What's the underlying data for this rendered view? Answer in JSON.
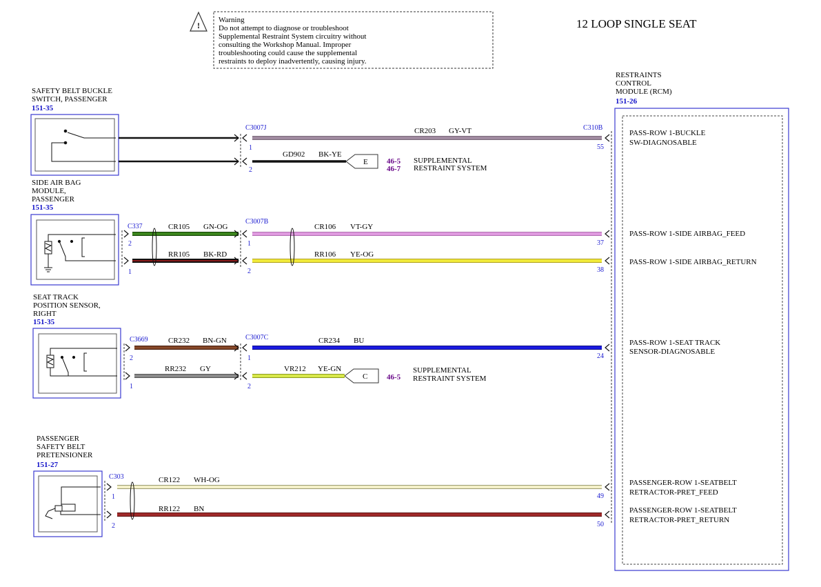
{
  "title": "12 LOOP SINGLE SEAT",
  "warning": {
    "icon": "warning-triangle-icon",
    "lines": [
      "Warning",
      "Do not attempt to diagnose or troubleshoot",
      "Supplemental Restraint System circuitry without",
      "consulting the Workshop Manual. Improper",
      "troubleshooting could cause the supplemental",
      "restraints to deploy inadvertently, causing injury."
    ]
  },
  "components": {
    "buckle": {
      "name_lines": [
        "SAFETY BELT BUCKLE",
        "SWITCH, PASSENGER"
      ],
      "ref": "151-35"
    },
    "airbag": {
      "name_lines": [
        "SIDE AIR BAG",
        "MODULE,",
        "PASSENGER"
      ],
      "ref": "151-35"
    },
    "seat_track": {
      "name_lines": [
        "SEAT TRACK",
        "POSITION SENSOR,",
        "RIGHT"
      ],
      "ref": "151-35"
    },
    "pretensioner": {
      "name_lines": [
        "PASSENGER",
        "SAFETY BELT",
        "PRETENSIONER"
      ],
      "ref": "151-27"
    },
    "rcm": {
      "name_lines": [
        "RESTRAINTS",
        "CONTROL",
        "MODULE (RCM)"
      ],
      "ref": "151-26"
    }
  },
  "connectors": {
    "c3007j": "C3007J",
    "c310b": "C310B",
    "c337": "C337",
    "c3007b": "C3007B",
    "c3669": "C3669",
    "c3007c": "C3007C",
    "c303": "C303"
  },
  "pins": {
    "j1": "1",
    "j2": "2",
    "p55": "55",
    "c337_2": "2",
    "c337_1": "1",
    "b1": "1",
    "b2": "2",
    "p37": "37",
    "p38": "38",
    "c3669_2": "2",
    "c3669_1": "1",
    "c1": "1",
    "c2": "2",
    "p24": "24",
    "c303_1": "1",
    "c303_2": "2",
    "p49": "49",
    "p50": "50"
  },
  "wires": {
    "cr203": {
      "circuit": "CR203",
      "color_code": "GY-VT",
      "color": "#a08aa0"
    },
    "gd902": {
      "circuit": "GD902",
      "color_code": "BK-YE",
      "color": "#111111"
    },
    "cr105": {
      "circuit": "CR105",
      "color_code": "GN-OG",
      "color": "#3e8a1e"
    },
    "rr105": {
      "circuit": "RR105",
      "color_code": "BK-RD",
      "color": "#3a0a0a"
    },
    "cr106": {
      "circuit": "CR106",
      "color_code": "VT-GY",
      "color": "#e09ae0"
    },
    "rr106": {
      "circuit": "RR106",
      "color_code": "YE-OG",
      "color": "#f0ea3a"
    },
    "cr232": {
      "circuit": "CR232",
      "color_code": "BN-GN",
      "color": "#8a4a2a"
    },
    "rr232": {
      "circuit": "RR232",
      "color_code": "GY",
      "color": "#8a8a8a"
    },
    "cr234": {
      "circuit": "CR234",
      "color_code": "BU",
      "color": "#1a1ae0"
    },
    "vr212": {
      "circuit": "VR212",
      "color_code": "YE-GN",
      "color": "#d8e84a"
    },
    "cr122": {
      "circuit": "CR122",
      "color_code": "WH-OG",
      "color": "#f4f0c8"
    },
    "rr122": {
      "circuit": "RR122",
      "color_code": "BN",
      "color": "#a02a2a"
    }
  },
  "offpage": {
    "e": {
      "letter": "E",
      "ref1": "46-5",
      "ref2": "46-7",
      "label_lines": [
        "SUPPLEMENTAL",
        "RESTRAINT SYSTEM"
      ]
    },
    "c": {
      "letter": "C",
      "ref1": "46-5",
      "label_lines": [
        "SUPPLEMENTAL",
        "RESTRAINT SYSTEM"
      ]
    }
  },
  "rcm_signals": {
    "buckle": [
      "PASS-ROW 1-BUCKLE",
      "SW-DIAGNOSABLE"
    ],
    "airbag_feed": [
      "PASS-ROW 1-SIDE AIRBAG_FEED"
    ],
    "airbag_return": [
      "PASS-ROW 1-SIDE AIRBAG_RETURN"
    ],
    "seat_track": [
      "PASS-ROW 1-SEAT TRACK",
      "SENSOR-DIAGNOSABLE"
    ],
    "pret_feed": [
      "PASSENGER-ROW 1-SEATBELT",
      "RETRACTOR-PRET_FEED"
    ],
    "pret_return": [
      "PASSENGER-ROW 1-SEATBELT",
      "RETRACTOR-PRET_RETURN"
    ]
  }
}
